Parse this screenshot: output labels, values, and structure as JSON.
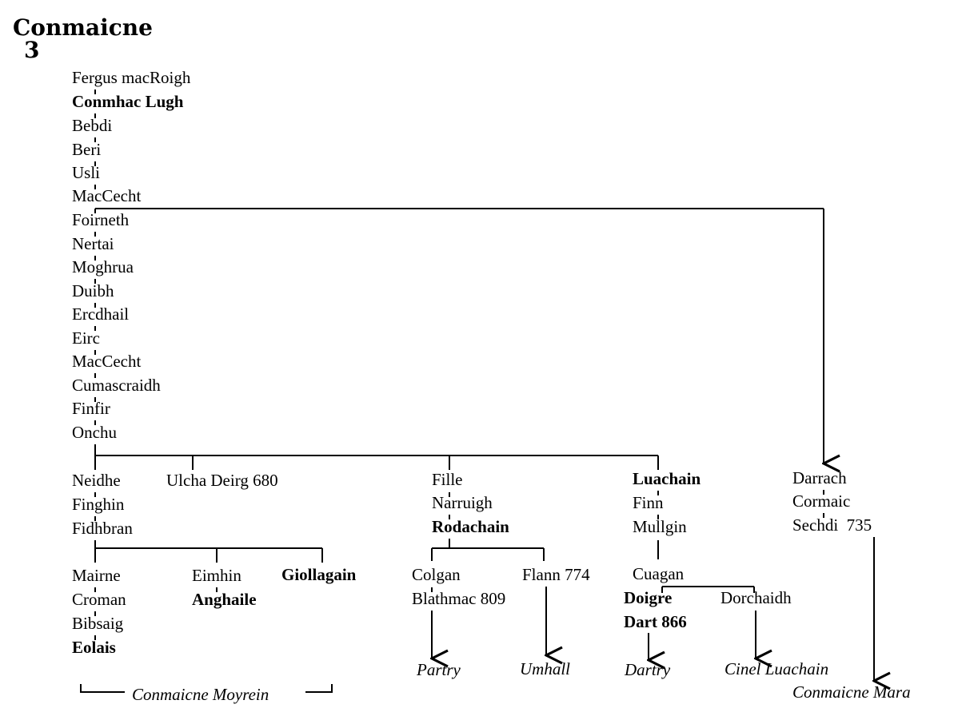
{
  "title": "Conmaicne",
  "number": "3",
  "main_line": [
    "Fergus macRoigh",
    "Conmhac Lugh",
    "Bebdi",
    "Beri",
    "Usli",
    "MacCecht",
    "Foirneth",
    "Nertai",
    "Moghrua",
    "Duibh",
    "Ercdhail",
    "Eirc",
    "MacCecht",
    "Cumascraidh",
    "Finfir",
    "Onchu"
  ],
  "branches": {
    "neidhe": [
      "Neidhe",
      "Finghin",
      "Fidhbran"
    ],
    "ulcha": "Ulcha Deirg 680",
    "fille": [
      "Fille",
      "Narruigh",
      "Rodachain"
    ],
    "luachain": [
      "Luachain",
      "Finn",
      "Mullgin"
    ],
    "darrach": [
      "Darrach",
      "Cormaic",
      "Sechdi  735"
    ],
    "mairne": [
      "Mairne",
      "Croman",
      "Bibsaig",
      "Eolais"
    ],
    "eimhin": [
      "Eimhin",
      "Anghaile"
    ],
    "giollagain": "Giollagain",
    "colgan": [
      "Colgan",
      "Blathmac 809"
    ],
    "flann": "Flann 774",
    "cuagan": "Cuagan",
    "doigre": [
      "Doigre",
      "Dart 866"
    ],
    "dorchaidh": "Dorchaidh"
  },
  "territories": {
    "moyrein": "Conmaicne Moyrein",
    "partry": "Partry",
    "umhall": "Umhall",
    "dartry": "Dartry",
    "cinel": "Cinel Luachain",
    "mara": "Conmaicne Mara"
  }
}
